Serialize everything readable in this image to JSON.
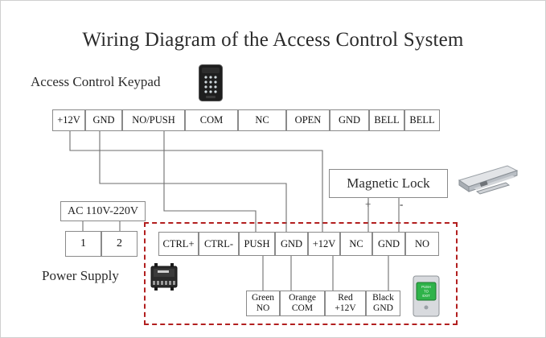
{
  "title": "Wiring Diagram of the Access Control System",
  "keypad": {
    "label": "Access Control Keypad",
    "terminals": [
      "+12V",
      "GND",
      "NO/PUSH",
      "COM",
      "NC",
      "OPEN",
      "GND",
      "BELL",
      "BELL"
    ]
  },
  "magnetic_lock": {
    "label": "Magnetic Lock",
    "plus": "+",
    "minus": "-"
  },
  "ac_input": {
    "label": "AC 110V-220V",
    "terminals": [
      "1",
      "2"
    ]
  },
  "power_supply": {
    "label": "Power Supply",
    "terminals": [
      "CTRL+",
      "CTRL-",
      "PUSH",
      "GND",
      "+12V",
      "NC",
      "GND",
      "NO"
    ]
  },
  "exit_button": {
    "wires": [
      {
        "color": "Green",
        "terminal": "NO"
      },
      {
        "color": "Orange",
        "terminal": "COM"
      },
      {
        "color": "Red",
        "terminal": "+12V"
      },
      {
        "color": "Black",
        "terminal": "GND"
      }
    ],
    "face_text": [
      "PUSH",
      "TO",
      "EXIT"
    ]
  },
  "colors": {
    "border_dashed": "#b21f1f",
    "wire": "#6e6e6e",
    "exit_button_green": "#2fb34a"
  }
}
